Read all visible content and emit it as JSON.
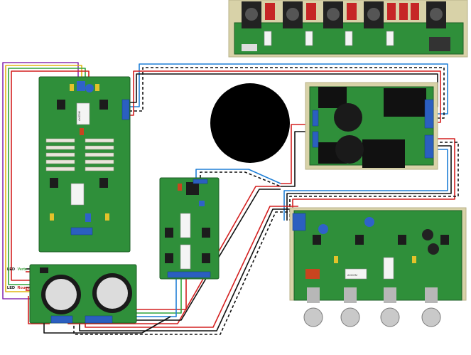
{
  "labels": {
    "led_verte_prefix": "LED",
    "led_verte_color": "Verte",
    "led_rouge_prefix": "LED",
    "led_rouge_color": "Rouge"
  },
  "board_markings": {
    "relay_text": "AXICOM"
  },
  "colors": {
    "pcb": "#2f8f3a",
    "wire_red": "#d42020",
    "wire_black": "#111111",
    "wire_blue": "#1f7fd6",
    "wire_yellow": "#e1b514",
    "wire_green": "#2ea43a",
    "wire_purple": "#8a2fb0",
    "led_verte_text": "#3aa33a",
    "led_rouge_text": "#cc1f1f",
    "black_disc": "#000000"
  }
}
